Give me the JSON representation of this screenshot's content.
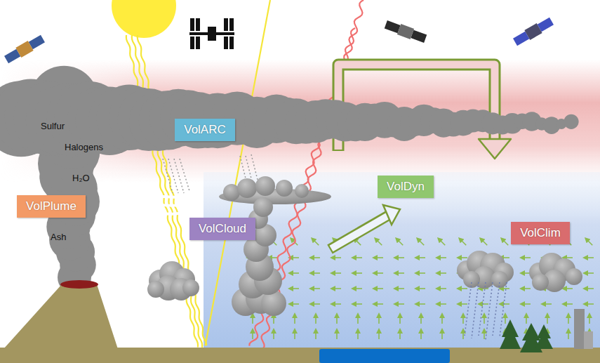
{
  "diagram": {
    "nodes": [
      {
        "text": [
          "VolARC"
        ]
      },
      {
        "text": [
          "VolDyn"
        ]
      },
      {
        "text": [
          "VolPlume"
        ]
      },
      {
        "text": [
          "VolCloud"
        ]
      },
      {
        "text": [
          "VolClim"
        ]
      }
    ],
    "edges": [],
    "labels": [
      "Sulfur",
      "Halogens",
      "H₂O",
      "Ash"
    ]
  }
}
